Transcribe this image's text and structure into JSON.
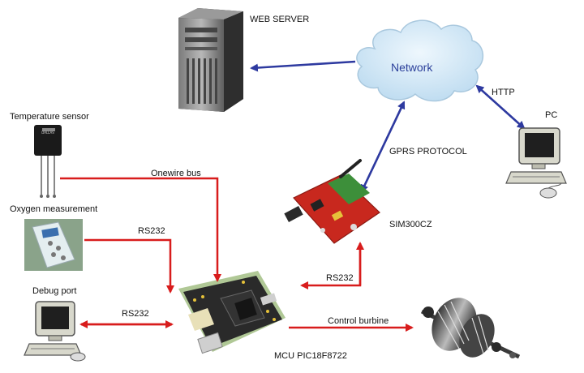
{
  "labels": {
    "web_server": "WEB SERVER",
    "network": "Network",
    "http": "HTTP",
    "pc": "PC",
    "temperature_sensor": "Temperature sensor",
    "onewire_bus": "Onewire bus",
    "oxygen_measurement": "Oxygen measurement",
    "gprs_protocol": "GPRS PROTOCOL",
    "sim300cz": "SIM300CZ",
    "rs232_oxygen": "RS232",
    "rs232_sim": "RS232",
    "debug_port": "Debug port",
    "rs232_debug": "RS232",
    "control_turbine": "Control burbine",
    "mcu": "MCU PIC18F8722",
    "sensor_marking": "DALLAS"
  },
  "colors": {
    "blue_link": "#2e3aa0",
    "red_link": "#d81c1c",
    "cloud": "#cfe6f5",
    "board_red": "#c8281e"
  },
  "icons": [
    "server-icon",
    "cloud-icon",
    "pc-icon",
    "temperature-sensor-icon",
    "oxygen-meter-icon",
    "gprs-modem-icon",
    "mcu-board-icon",
    "debug-pc-icon",
    "turbine-icon"
  ]
}
